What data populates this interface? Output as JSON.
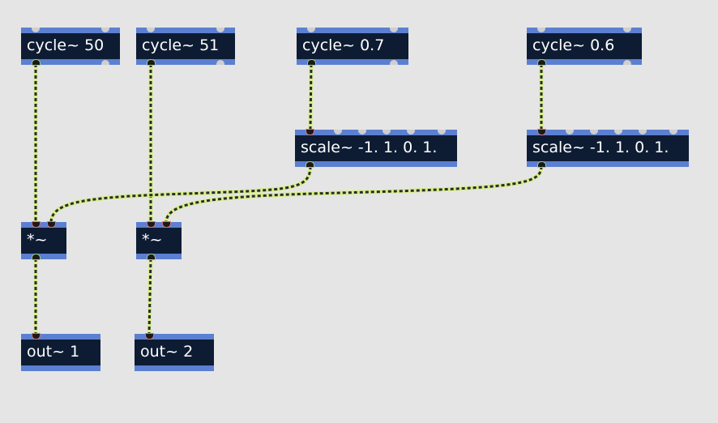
{
  "patcher": {
    "objects": [
      {
        "id": "osc1",
        "text": "cycle~ 50"
      },
      {
        "id": "osc2",
        "text": "cycle~ 51"
      },
      {
        "id": "lfo1",
        "text": "cycle~ 0.7"
      },
      {
        "id": "lfo2",
        "text": "cycle~ 0.6"
      },
      {
        "id": "scale1",
        "text": "scale~ -1. 1. 0. 1."
      },
      {
        "id": "scale2",
        "text": "scale~ -1. 1. 0. 1."
      },
      {
        "id": "mul1",
        "text": "*~"
      },
      {
        "id": "mul2",
        "text": "*~"
      },
      {
        "id": "out1",
        "text": "out~ 1"
      },
      {
        "id": "out2",
        "text": "out~ 2"
      }
    ]
  },
  "colors": {
    "background": "#e5e5e5",
    "object_fill": "#0e1c33",
    "object_border": "#5b7fd1",
    "object_text": "#ffffff",
    "port_unconnected": "#cfcfcf",
    "cord_signal_light": "#d6ee8a",
    "cord_signal_dark": "#2b2b2b"
  }
}
